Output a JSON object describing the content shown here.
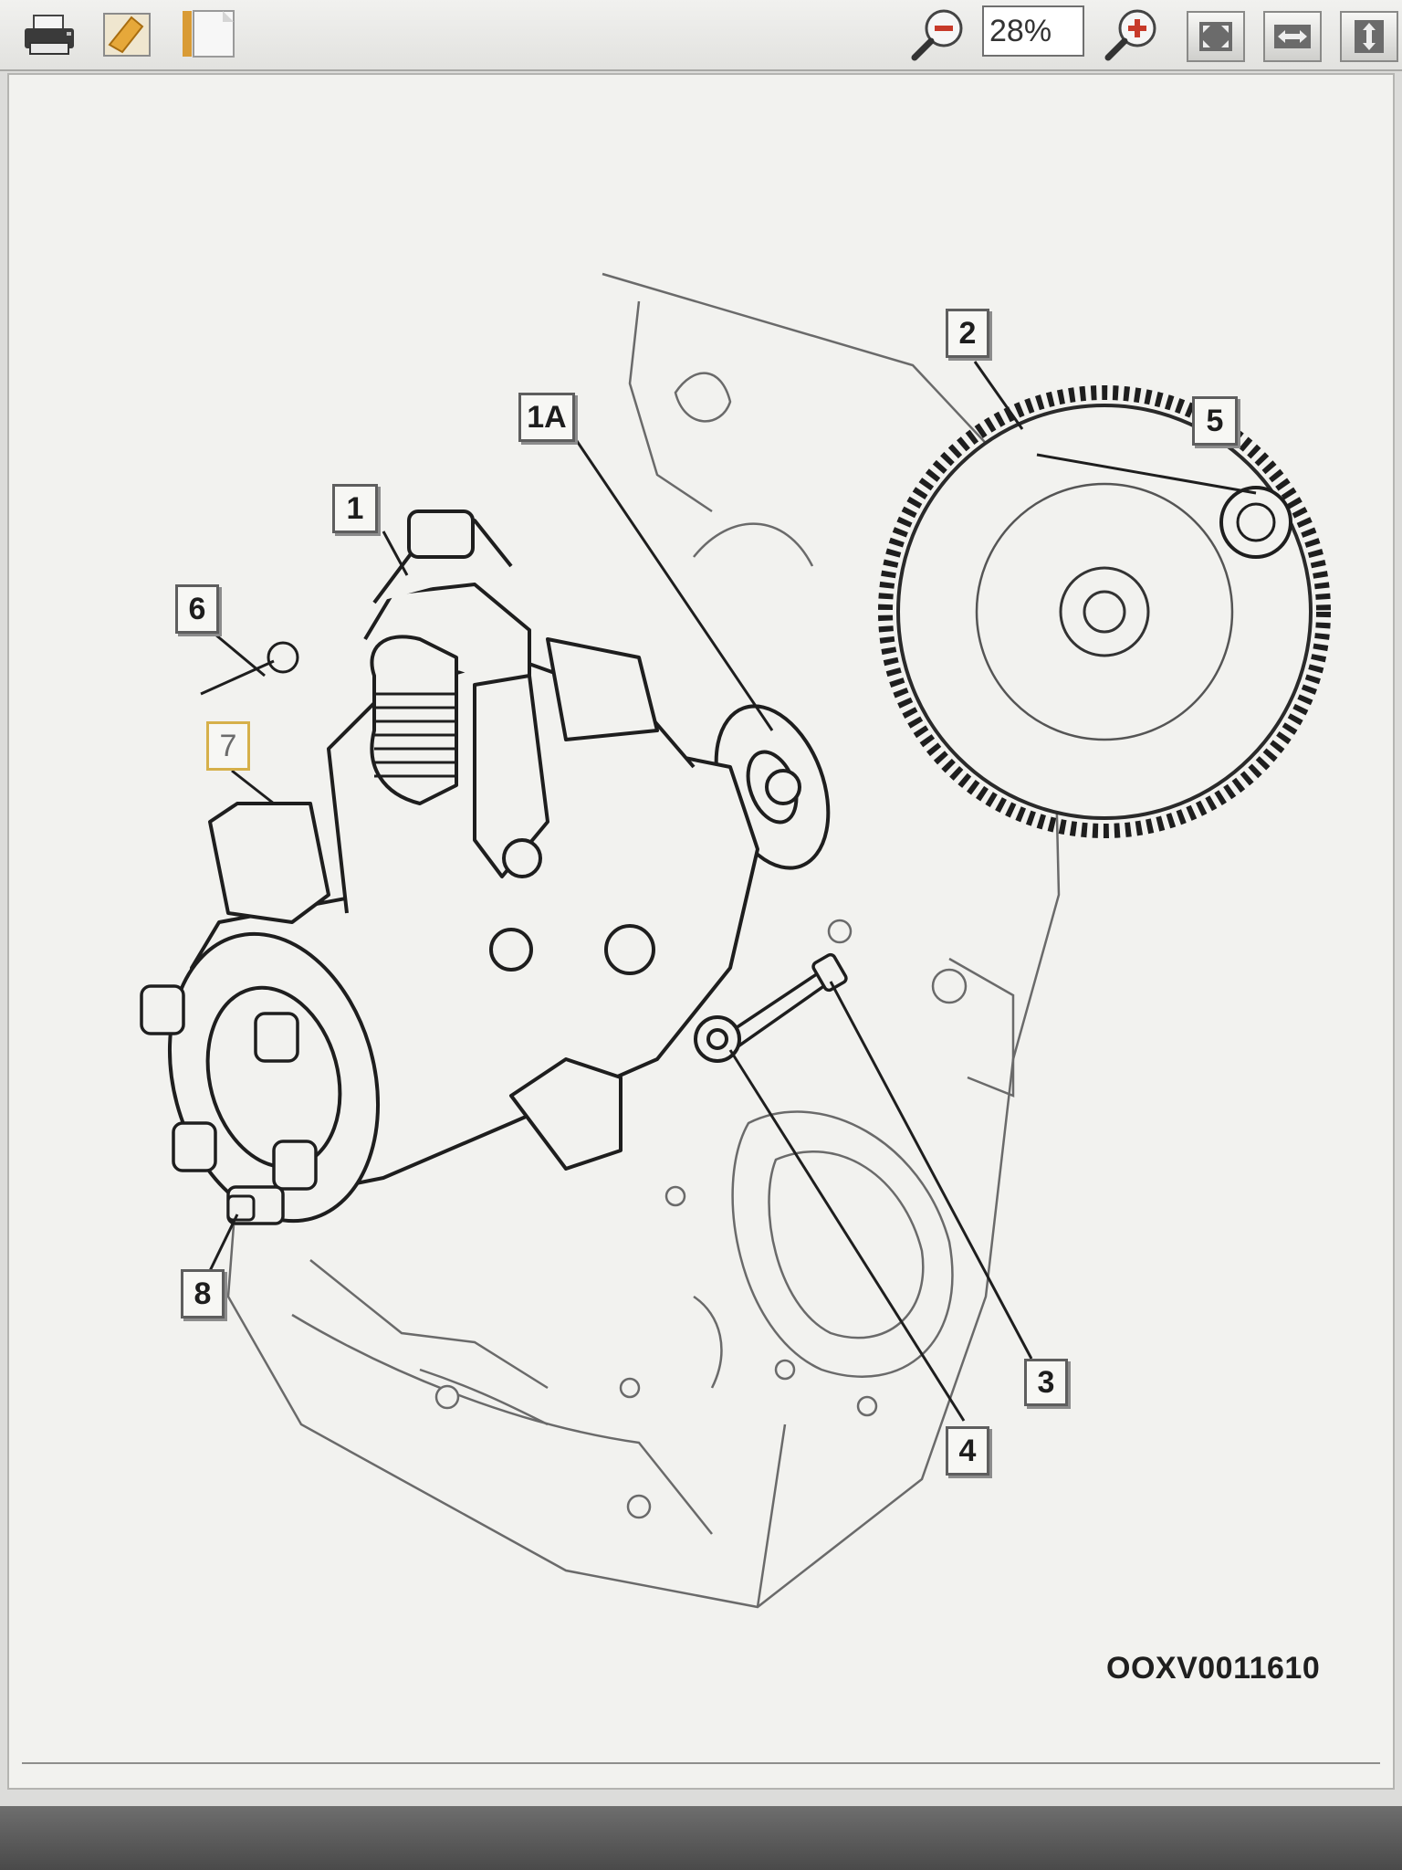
{
  "toolbar": {
    "zoom_value": "28%",
    "icons": [
      "print-icon",
      "bookmark-icon",
      "page-icon",
      "zoom-out-icon",
      "zoom-in-icon",
      "fit-page-icon",
      "fit-width-icon",
      "fit-height-icon"
    ]
  },
  "diagram": {
    "callouts": [
      "1",
      "1A",
      "2",
      "3",
      "4",
      "5",
      "6",
      "7",
      "8"
    ],
    "figure_id": "OOXV0011610"
  },
  "colors": {
    "toolbar_bg": "#e8e8e5",
    "canvas_bg": "#f2f2ef",
    "line": "#2a2a2a",
    "selected_callout": "#d6b04a"
  }
}
